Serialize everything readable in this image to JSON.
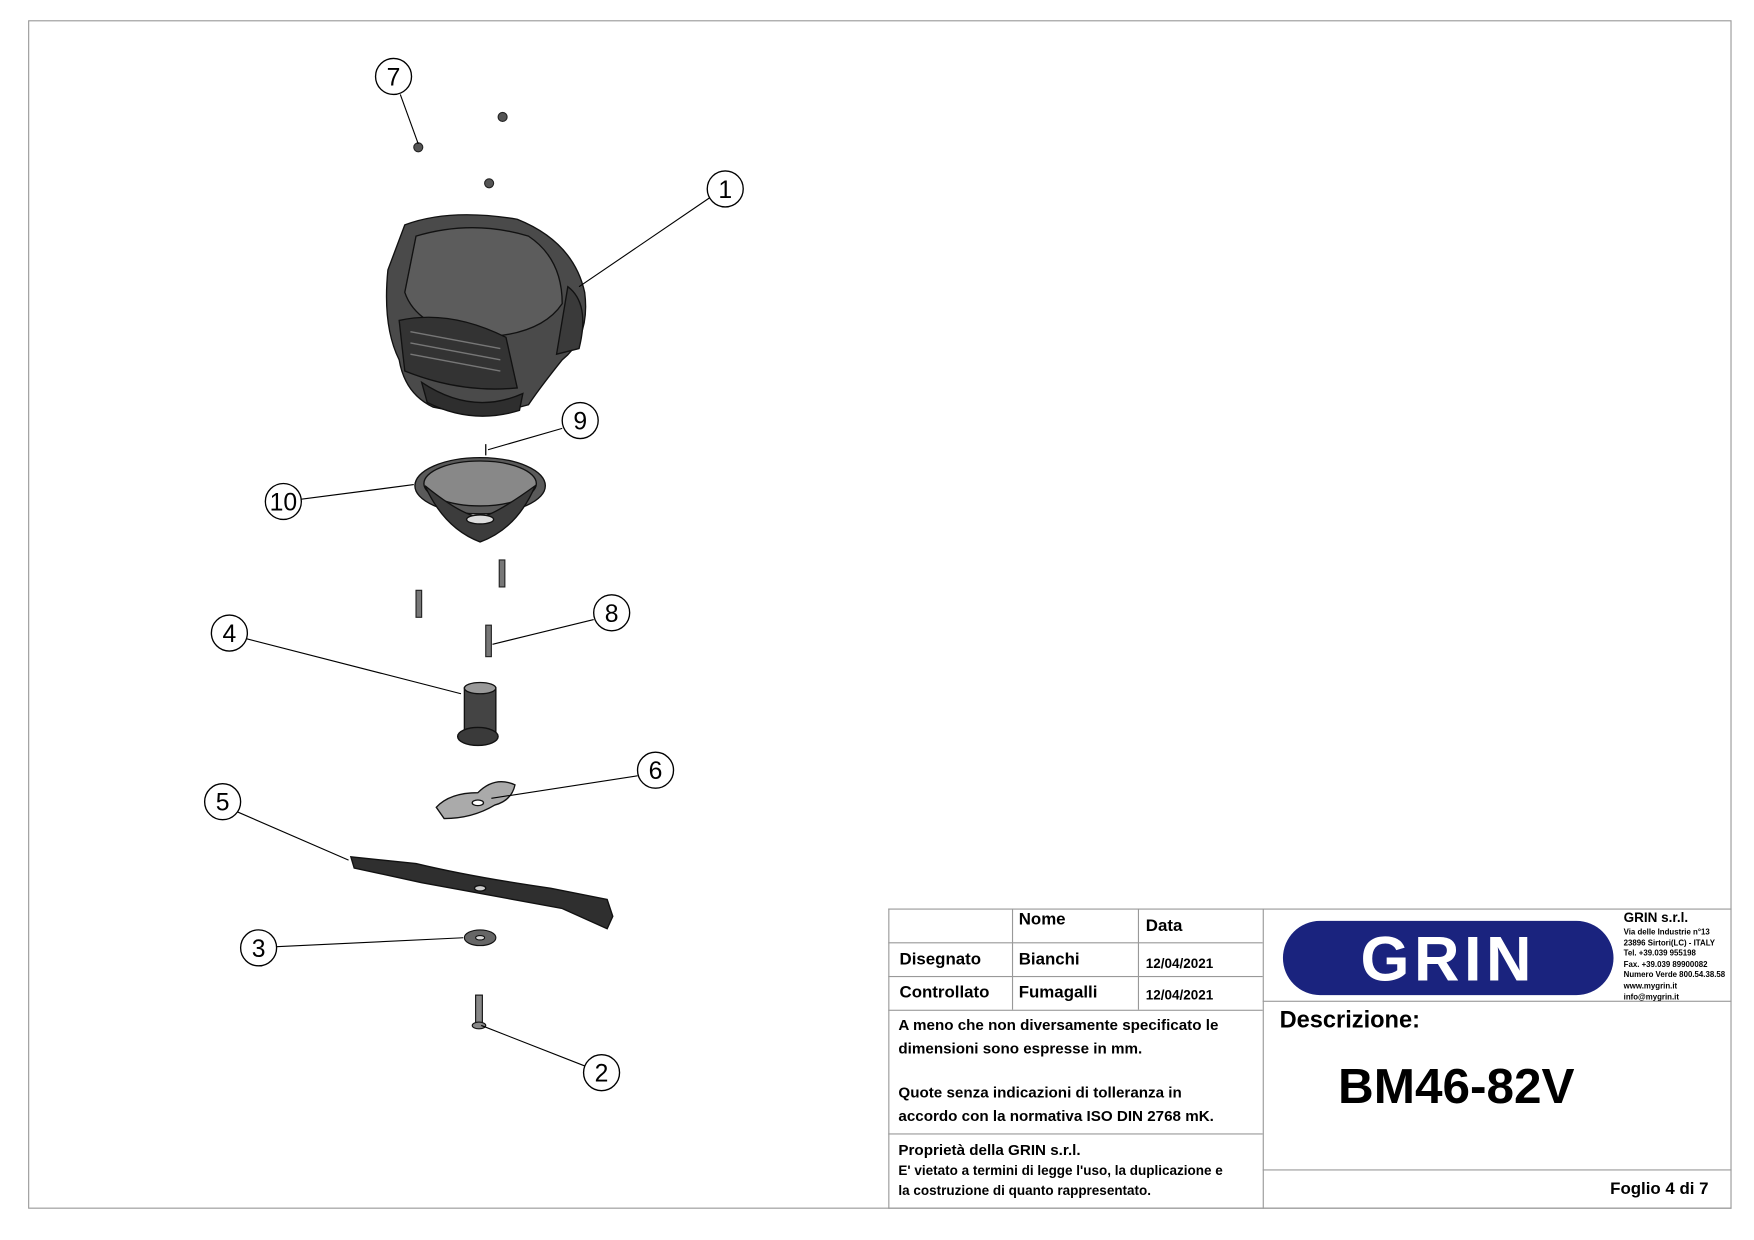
{
  "drawing": {
    "callouts": [
      "1",
      "2",
      "3",
      "4",
      "5",
      "6",
      "7",
      "8",
      "9",
      "10"
    ]
  },
  "title_block": {
    "headers": {
      "nome": "Nome",
      "data": "Data"
    },
    "rows": [
      {
        "role": "Disegnato",
        "name": "Bianchi",
        "date": "12/04/2021"
      },
      {
        "role": "Controllato",
        "name": "Fumagalli",
        "date": "12/04/2021"
      }
    ],
    "notes": {
      "line1": "A meno che non diversamente specificato le",
      "line2": "dimensioni sono espresse in mm.",
      "line3": "Quote senza indicazioni di tolleranza in",
      "line4": "accordo con la normativa ISO DIN 2768 mK."
    },
    "property": {
      "title": "Proprietà della GRIN s.r.l.",
      "line1": "E' vietato a termini di legge l'uso, la duplicazione e",
      "line2": "la costruzione di quanto rappresentato."
    },
    "company": {
      "logo_text": "GRIN",
      "name": "GRIN s.r.l.",
      "address": "Via delle Industrie n°13",
      "city": "23896 Sirtori(LC) - ITALY",
      "tel": "Tel. +39.039 955198",
      "fax": "Fax. +39.039 89900082",
      "toll_free": "Numero Verde 800.54.38.58",
      "web": "www.mygrin.it",
      "email": "info@mygrin.it"
    },
    "description_label": "Descrizione:",
    "description": "BM46-82V",
    "sheet": "Foglio 4 di 7"
  },
  "colors": {
    "logo_blue": "#1a237e",
    "part_dark": "#3a3a3a",
    "line": "#999999"
  }
}
